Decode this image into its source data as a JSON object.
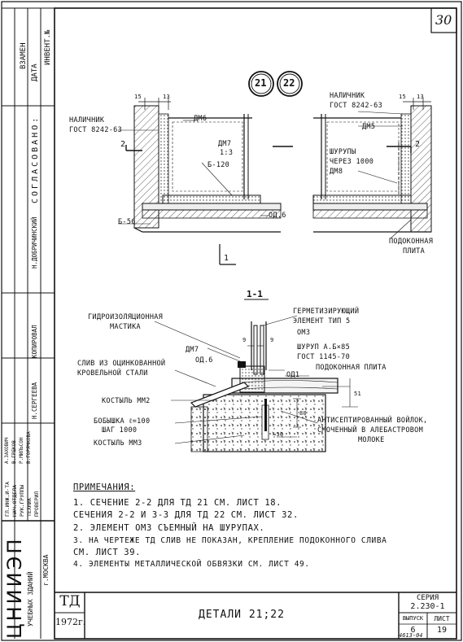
{
  "sheet": {
    "page_number": "30",
    "circles": [
      "21",
      "22"
    ],
    "footer_code": "4613-04"
  },
  "left_stamp": {
    "top_labels": [
      "ДАТА",
      "ИНВЕНТ.№",
      "ВЗАМЕН"
    ],
    "approval_label": "СОГЛАСОВАНО:",
    "roles": [
      "ГЛ.ИНЖ.И-ТА",
      "НАЧ.ОТДЕЛА",
      "РУК.ГРУППЫ",
      "ТЕХНИК",
      "ПРОВЕРИЛ"
    ],
    "signature_names": [
      "А.ЗАХОВИЧ",
      "В.ГРЕКОВ",
      "Р.МИЛЬСОН",
      "В.ГОРЯЧКОВА"
    ],
    "vertical_labels": [
      "Н.СЕРГЕЕВА",
      "КОПИРОВАЛ",
      "Н.ДОБРИЧИНСКИЙ"
    ],
    "org_main": "ЦНИИЭП",
    "org_sub": "УЧЕБНЫХ ЗДАНИЙ",
    "org_city": "г.МОСКВА"
  },
  "detail_21": {
    "labels": {
      "nalichnik": "НАЛИЧНИК",
      "gost": "ГОСТ 8242-63",
      "section_2": "2",
      "dm6": "ДМ6",
      "dm7": "ДМ7",
      "scale_13": "1:3",
      "b120": "Б-120",
      "b56": "Б-56",
      "od6": "ОД.6",
      "section_1": "1",
      "scale_15": "15",
      "scale_13b": "13"
    }
  },
  "detail_22": {
    "labels": {
      "nalichnik": "НАЛИЧНИК",
      "gost": "ГОСТ 8242-63",
      "dm5": "ДМ5",
      "shurupy": "ШУРУПЫ",
      "shag": "ЧЕРЕЗ 1000",
      "dm8": "ДМ8",
      "section_2": "2",
      "podokonnaya": "ПОДОКОННАЯ",
      "plita": "ПЛИТА",
      "dim15": "15",
      "dim13": "13"
    }
  },
  "section_11": {
    "title": "1-1",
    "labels": {
      "gidro": "ГИДРОИЗОЛЯЦИОННАЯ",
      "mastika": "МАСТИКА",
      "germet": "ГЕРМЕТИЗИРУЮЩИЙ",
      "element": "ЭЛЕМЕНТ ТИП 5",
      "om3": "ОМ3",
      "dm7": "ДМ7",
      "od6": "ОД.6",
      "shurup": "ШУРУП А.Б×85",
      "gost": "ГОСТ 1145-70",
      "sliv1": "СЛИВ ИЗ ОЦИНКОВАННОЙ",
      "sliv2": "КРОВЕЛЬНОЙ СТАЛИ",
      "od1": "ОД1",
      "podok": "ПОДОКОННАЯ ПЛИТА",
      "kost": "КОСТЫЛЬ ММ2",
      "dim51": "51",
      "bob1": "БОБЫШКА ℓ=100",
      "bob2": "ШАГ 1000",
      "kost2": "КОСТЫЛЬ ММ3",
      "voil1": "АНТИСЕПТИРОВАННЫЙ ВОЙЛОК,",
      "voil2": "СМОЧЕННЫЙ В АЛЕБАСТРОВОМ",
      "voil3": "МОЛОКЕ",
      "dim80": "80",
      "dim50": "≈50",
      "dim9a": "9",
      "dim9b": "9"
    }
  },
  "notes": {
    "heading": "ПРИМЕЧАНИЯ:",
    "items": [
      "1. СЕЧЕНИЕ 2-2 ДЛЯ ТД 21  СМ. ЛИСТ 18.",
      "   СЕЧЕНИЯ  2-2 И 3-3 ДЛЯ ТД 22  СМ. ЛИСТ 32.",
      "2. ЭЛЕМЕНТ ОМ3 СЪЕМНЫЙ НА ШУРУПАХ.",
      "3. НА ЧЕРТЕЖЕ ТД    СЛИВ НЕ ПОКАЗАН, КРЕПЛЕНИЕ ПОДОКОННОГО СЛИВА",
      "   СМ. ЛИСТ 39.",
      "4. ЭЛЕМЕНТЫ МЕТАЛЛИЧЕСКОЙ ОБВЯЗКИ  СМ. ЛИСТ 49."
    ]
  },
  "title_block": {
    "code": "ТД",
    "year": "1972г.",
    "title": "ДЕТАЛИ 21;22",
    "series_label": "СЕРИЯ",
    "series_value": "2.230-1",
    "issue_label": "ВЫПУСК",
    "issue_value": "6",
    "sheet_label": "ЛИСТ",
    "sheet_value": "19"
  }
}
